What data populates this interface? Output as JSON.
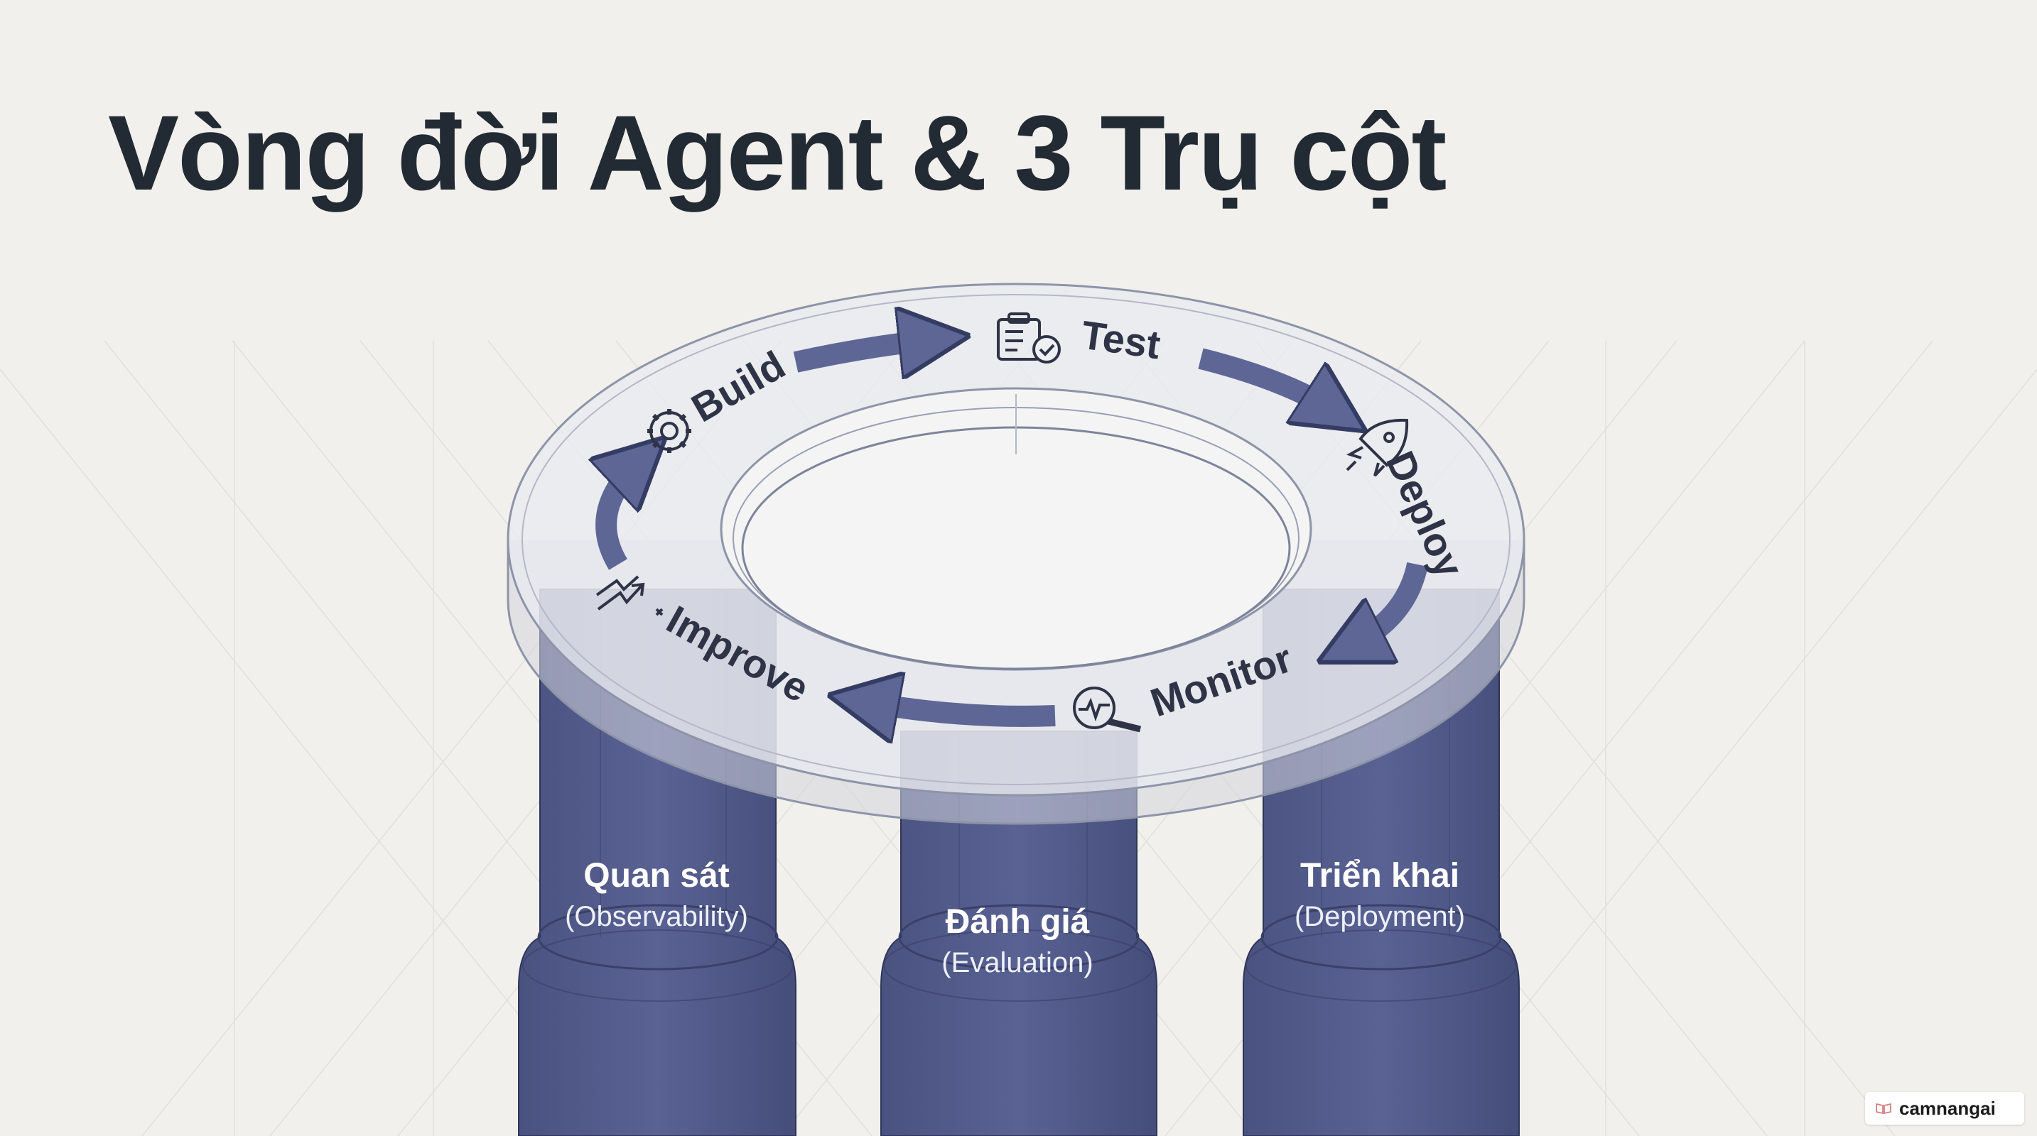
{
  "title": "Vòng đời Agent & 3 Trụ cột",
  "lifecycle": {
    "stages": [
      {
        "label": "Build",
        "icon": "gear-icon"
      },
      {
        "label": "Test",
        "icon": "clipboard-check-icon"
      },
      {
        "label": "Deploy",
        "icon": "rocket-icon"
      },
      {
        "label": "Monitor",
        "icon": "magnifier-pulse-icon"
      },
      {
        "label": "Improve",
        "icon": "trend-up-icon"
      }
    ]
  },
  "pillars": [
    {
      "name": "Quan sát",
      "english": "(Observability)"
    },
    {
      "name": "Đánh giá",
      "english": "(Evaluation)"
    },
    {
      "name": "Triển khai",
      "english": "(Deployment)"
    }
  ],
  "watermark": {
    "text": "camnangai",
    "icon": "book-icon"
  },
  "colors": {
    "background": "#f1f0ec",
    "title": "#222a33",
    "pillar": "#545c8c",
    "arrow": "#5d6695",
    "ring": "#e9eaf0",
    "ring_stroke": "#8e94a8"
  }
}
